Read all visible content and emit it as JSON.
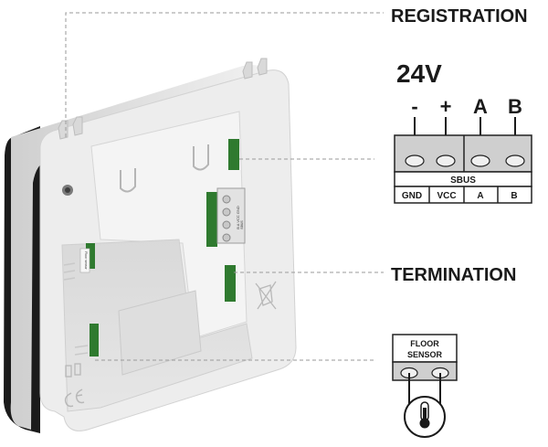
{
  "labels": {
    "registration": "REGISTRATION",
    "termination": "TERMINATION"
  },
  "sbus_connector": {
    "voltage": "24V",
    "pins": [
      "-",
      "+",
      "A",
      "B"
    ],
    "bus_name": "SBUS",
    "terminals": [
      "GND",
      "VCC",
      "A",
      "B"
    ]
  },
  "floor_sensor": {
    "line1": "FLOOR",
    "line2": "SENSOR"
  },
  "device_markings": {
    "floor_sensor_tag": "Floor sensor",
    "terminal_block": "B A VCC GND",
    "terminal_sub": "SBUS"
  },
  "colors": {
    "green_pcb": "#2f7a2f",
    "housing": "#e9e9e9",
    "line": "#9a9a9a"
  },
  "icons": [
    "thermometer-icon",
    "screw-terminal-icon",
    "ce-mark-icon",
    "recycle-bin-icon"
  ]
}
